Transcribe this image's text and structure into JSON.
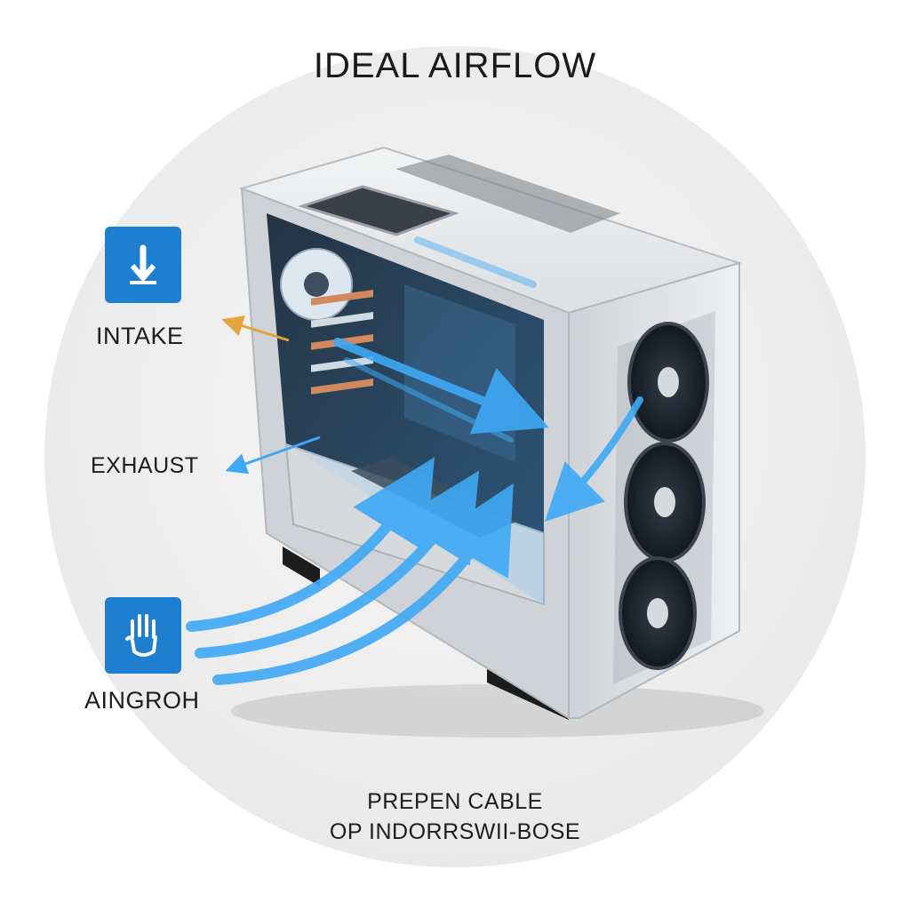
{
  "title": "IDEAL AIRFLOW",
  "legend": {
    "intake": {
      "label": "INTAKE",
      "icon": "down-arrow-icon"
    },
    "exhaust": {
      "label": "EXHAUST"
    },
    "airflow": {
      "label": "AINGROH",
      "icon": "hand-icon"
    }
  },
  "footer": {
    "line1": "PREPEN CABLE",
    "line2": "OP INDORRSWII-BOSE"
  },
  "colors": {
    "accent": "#1e7fd0",
    "airflow": "#3fa9f5",
    "case": "#d9dcdf",
    "intake_arrow": "#e6a23c"
  }
}
